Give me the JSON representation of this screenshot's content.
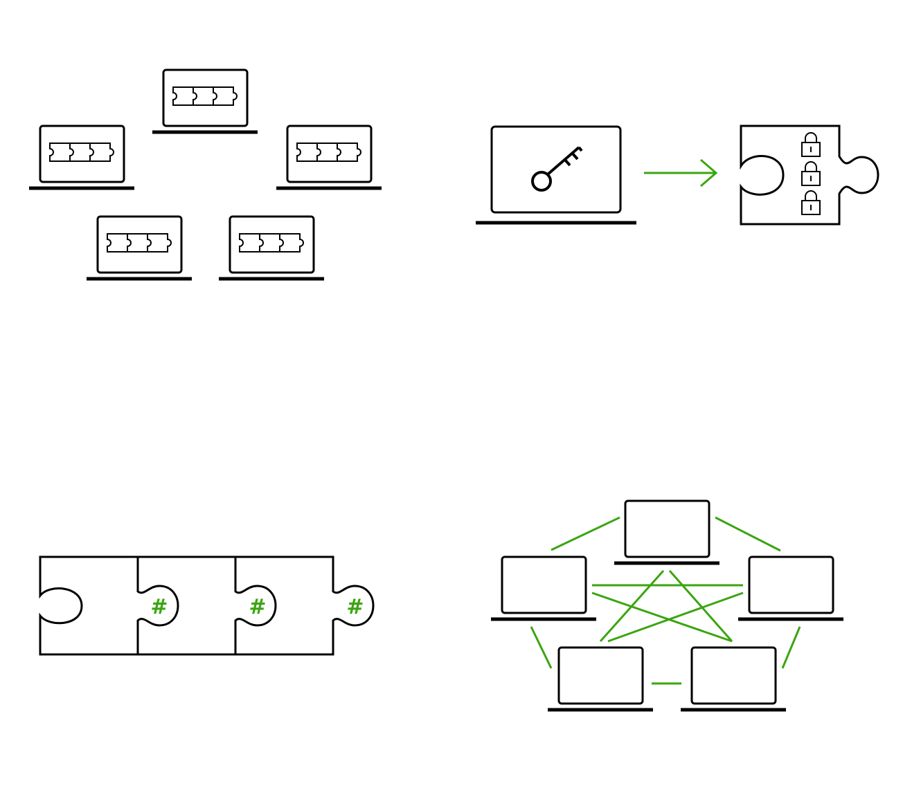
{
  "colors": {
    "stroke": "#000000",
    "accent": "#3aa50f",
    "background": "#ffffff"
  },
  "panels": {
    "distributed_ledger": {
      "icon": "laptop-with-block-chain-icon",
      "laptop_count": 5,
      "blocks_per_chain": 3
    },
    "encryption": {
      "icons": [
        "laptop-icon",
        "key-icon",
        "arrow-right-icon",
        "puzzle-piece-icon",
        "padlock-icon"
      ],
      "padlock_count": 3
    },
    "hash_chain": {
      "block_count": 3,
      "hash_symbol": "#"
    },
    "peer_network": {
      "icon": "laptop-icon",
      "node_count": 5
    }
  }
}
